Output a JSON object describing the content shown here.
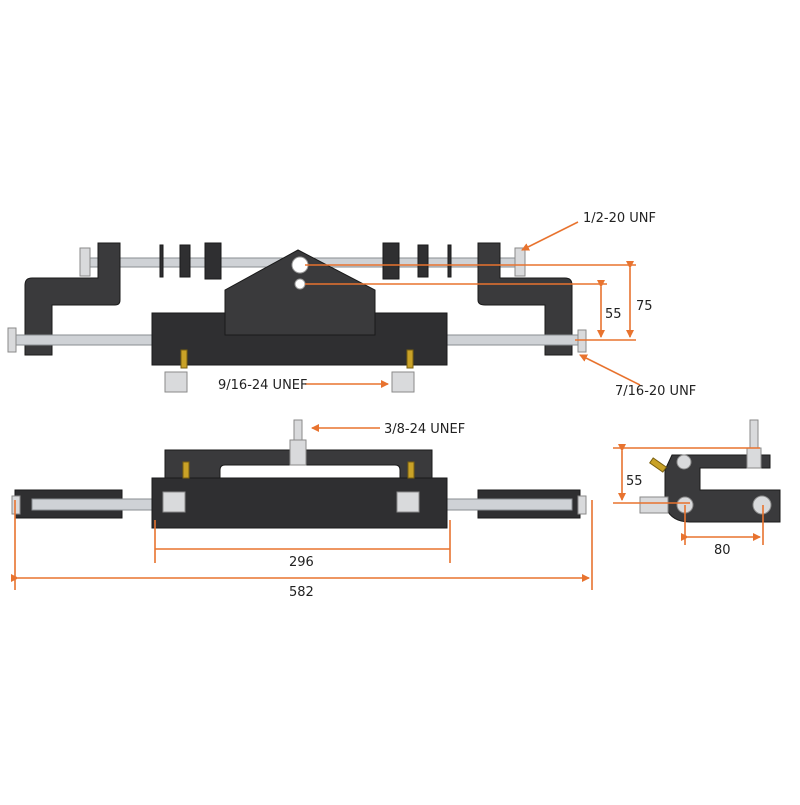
{
  "labels": {
    "thread_tiller_bolt": "1/2-20 UNF",
    "thread_rod_end": "7/16-20 UNF",
    "thread_hydraulic_port": "9/16-24 UNEF",
    "thread_bleed_stud": "3/8-24 UNEF"
  },
  "dimensions": {
    "top_upper_hole": "75",
    "top_lower_hole": "55",
    "body_length": "296",
    "overall_length": "582",
    "side_height": "55",
    "side_width": "80"
  },
  "colors": {
    "dimension": "#e8732f",
    "body": "#2f2f31",
    "rod": "#cfd2d6"
  }
}
